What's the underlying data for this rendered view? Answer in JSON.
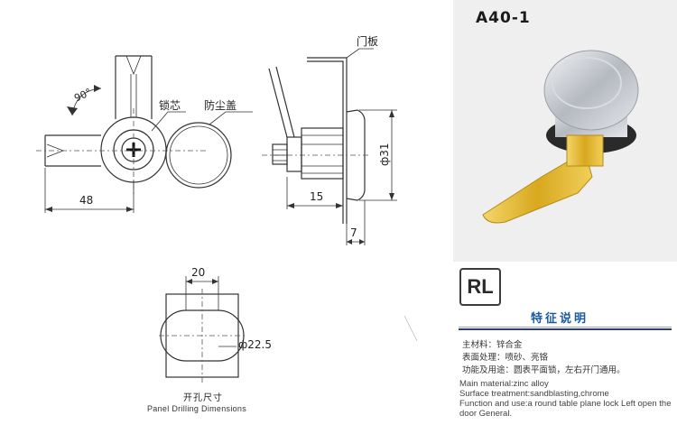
{
  "model_code": "A40-1",
  "badge": "RL",
  "feature_title": "特征说明",
  "labels": {
    "rotation": "90°",
    "lock_core": "锁芯",
    "dust_cover": "防尘盖",
    "door_panel": "门板",
    "dim_48": "48",
    "dim_15": "15",
    "dim_7": "7",
    "dim_phi31": "ф31",
    "dim_20": "20",
    "dim_phi225": "ф22.5"
  },
  "panel_caption": {
    "cn": "开孔尺寸",
    "en": "Panel Drilling Dimensions"
  },
  "specs_cn": [
    "主材料：锌合金",
    "表面处理：喷砂、亮铬",
    "功能及用途：圆表平面锁，左右开门通用。"
  ],
  "specs_en": [
    "Main material:zinc alloy",
    "Surface treatment:sandblasting,chrome",
    "Function and use:a round table plane lock Left open the door General."
  ],
  "colors": {
    "accent_blue": "#1c5aa0",
    "chrome": "#c9ccd1",
    "brass": "#e0b52a"
  }
}
